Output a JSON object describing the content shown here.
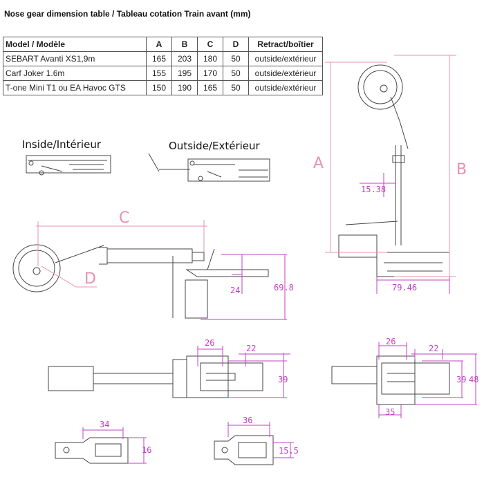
{
  "title": "Nose gear dimension table / Tableau cotation Train avant (mm)",
  "table": {
    "headers": [
      "Model / Modèle",
      "A",
      "B",
      "C",
      "D",
      "Retract/boîtier"
    ],
    "rows": [
      [
        "SEBART Avanti XS1,9m",
        "165",
        "203",
        "180",
        "50",
        "outside/extérieur"
      ],
      [
        "Carf Joker 1.6m",
        "155",
        "195",
        "170",
        "50",
        "outside/extérieur"
      ],
      [
        "T-one Mini T1 ou EA Havoc GTS",
        "150",
        "190",
        "165",
        "50",
        "outside/extérieur"
      ]
    ]
  },
  "labels": {
    "inside": "Inside/Intérieur",
    "outside": "Outside/Extérieur",
    "A": "A",
    "B": "B",
    "C": "C",
    "D": "D"
  },
  "dims": {
    "d1": "15.38",
    "d2": "79.46",
    "d3": "24",
    "d4": "69.8",
    "d5": "26",
    "d6": "22",
    "d7": "39",
    "d8": "26",
    "d9": "22",
    "d10": "39",
    "d11": "48",
    "d12": "35",
    "d13": "34",
    "d14": "16",
    "d15": "36",
    "d16": "15.5"
  }
}
